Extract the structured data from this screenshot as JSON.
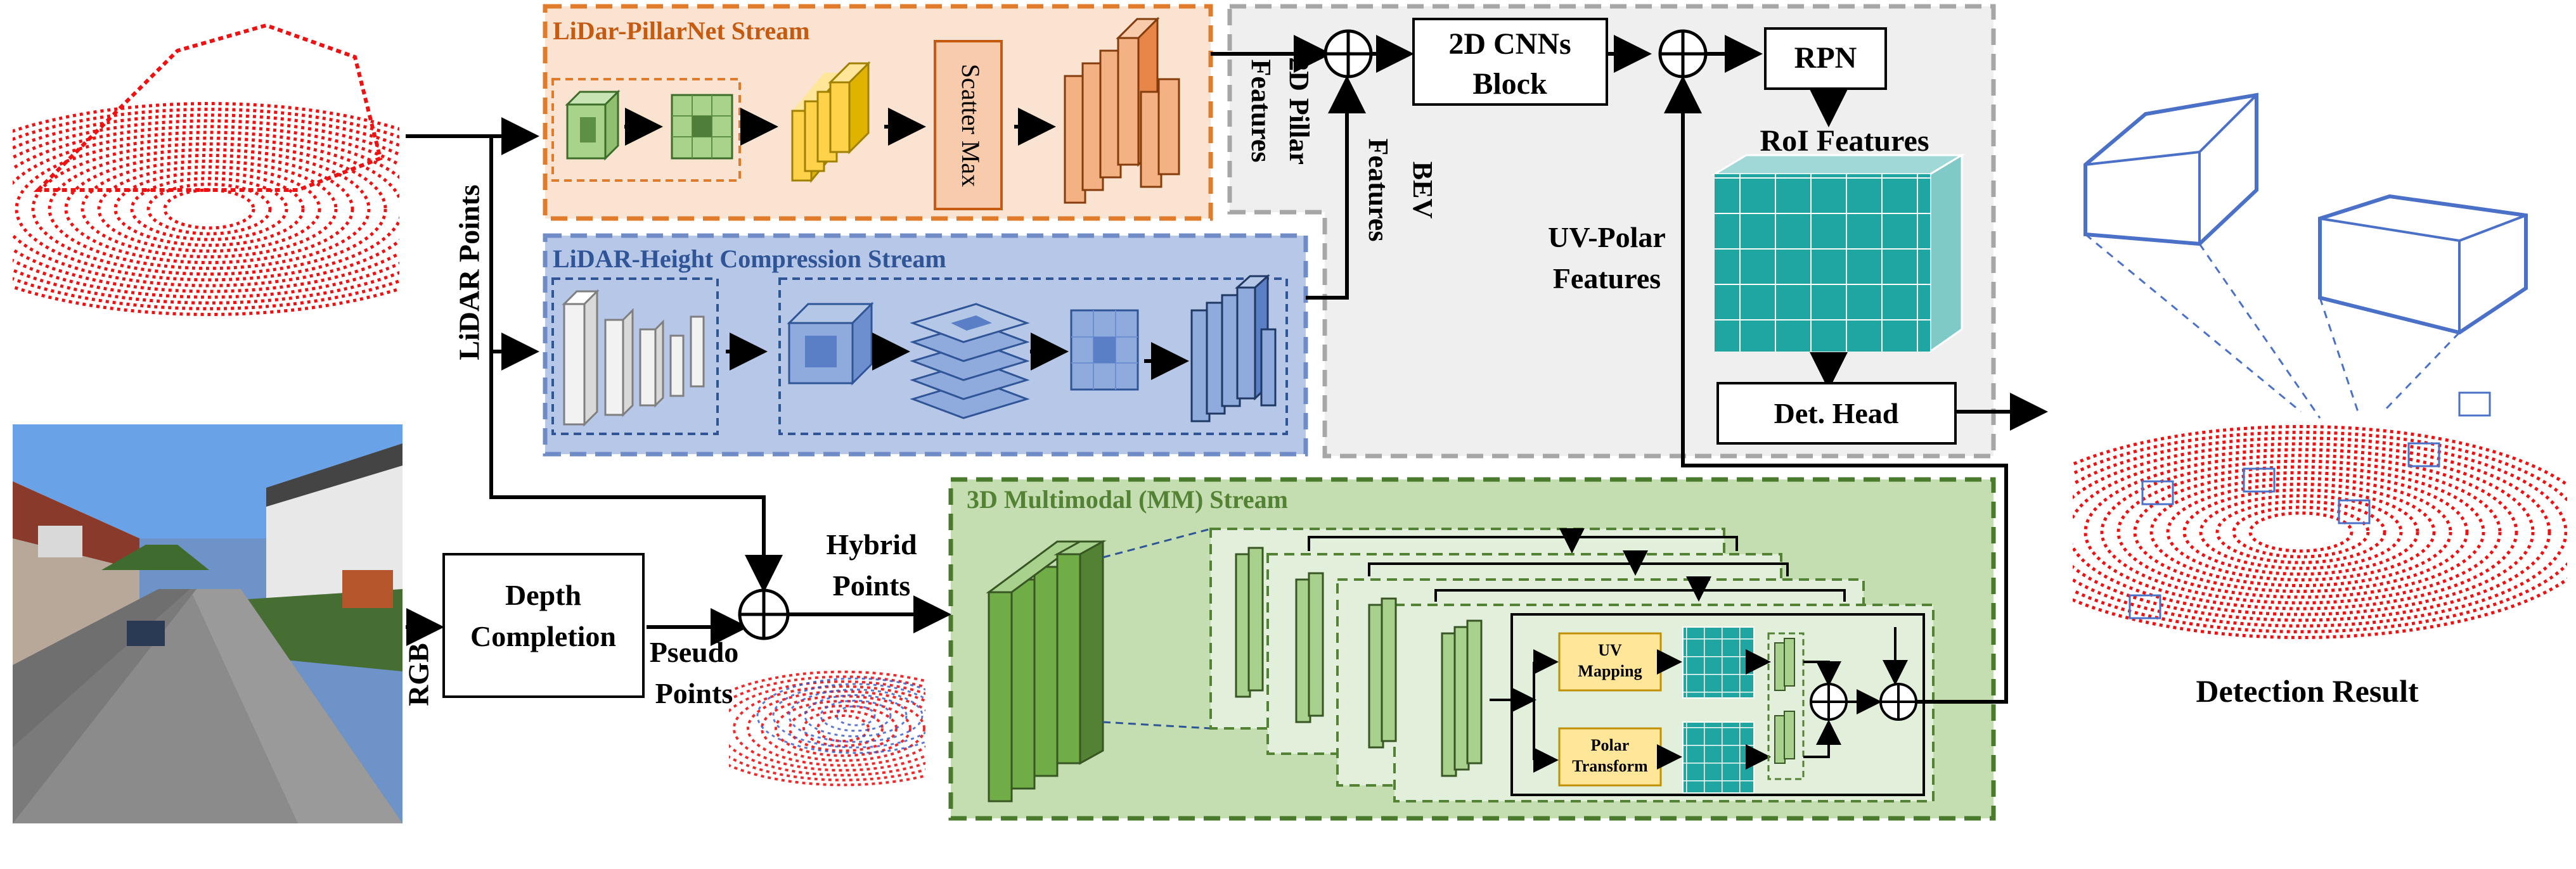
{
  "streams": {
    "pillarnet": "LiDar-PillarNet Stream",
    "height": "LiDAR-Height Compression Stream",
    "mm": "3D Multimodal (MM) Stream"
  },
  "blocks": {
    "scatter_max": "Scatter Max",
    "cnn_block_line1": "2D CNNs",
    "cnn_block_line2": "Block",
    "rpn": "RPN",
    "det_head": "Det. Head",
    "depth_line1": "Depth",
    "depth_line2": "Completion",
    "uv_line1": "UV",
    "uv_line2": "Mapping",
    "polar_line1": "Polar",
    "polar_line2": "Transform"
  },
  "labels": {
    "lidar_points": "LiDAR Points",
    "rgb": "RGB",
    "pillar_line1": "2D Pillar",
    "pillar_line2": "Features",
    "bev_line1": "BEV",
    "bev_line2": "Features",
    "roi": "RoI Features",
    "uvpolar_line1": "UV-Polar",
    "uvpolar_line2": "Features",
    "hybrid_line1": "Hybrid",
    "hybrid_line2": "Points",
    "pseudo_line1": "Pseudo",
    "pseudo_line2": "Points",
    "detection_result": "Detection Result"
  },
  "colors": {
    "pillarnet_fill": "#fbe3d2",
    "pillarnet_border": "#e07b2b",
    "height_fill": "#b7c7e8",
    "height_border": "#6f8cc7",
    "mm_fill": "#c4deb2",
    "mm_border": "#4a7a2c",
    "gray_region": "#efefef",
    "gray_border": "#a6a6a6",
    "pillar_text": "#c55a11",
    "height_text": "#2f5597",
    "mm_text": "#548235",
    "point_cloud": "#ee1111",
    "teal": "#1fa6a3",
    "box_blue": "#4a70c8"
  }
}
